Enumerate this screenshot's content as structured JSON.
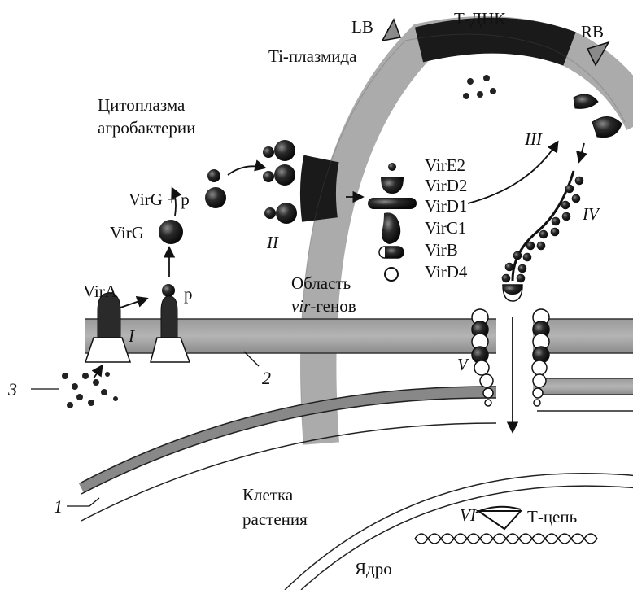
{
  "labels": {
    "lb": "LB",
    "t_dna": "Т-ДНК",
    "rb": "RB",
    "ti_plasmid": "Ti-плазмида",
    "cytoplasm_line1": "Цитоплазма",
    "cytoplasm_line2": "агробактерии",
    "virg_p": "VirG + p",
    "virg": "VirG",
    "vira": "VirA",
    "p": "p",
    "vir_region_line1": "Область",
    "vir_region_italic": "vir",
    "vir_region_rest": "-генов",
    "plant_cell_line1": "Клетка",
    "plant_cell_line2": "растения",
    "t_strand": "Т-цепь",
    "nucleus": "Ядро"
  },
  "proteins": [
    "VirE2",
    "VirD2",
    "VirD1",
    "VirC1",
    "VirB",
    "VirD4"
  ],
  "stages": [
    "I",
    "II",
    "III",
    "IV",
    "V",
    "VI"
  ],
  "callouts": [
    "1",
    "2",
    "3"
  ]
}
